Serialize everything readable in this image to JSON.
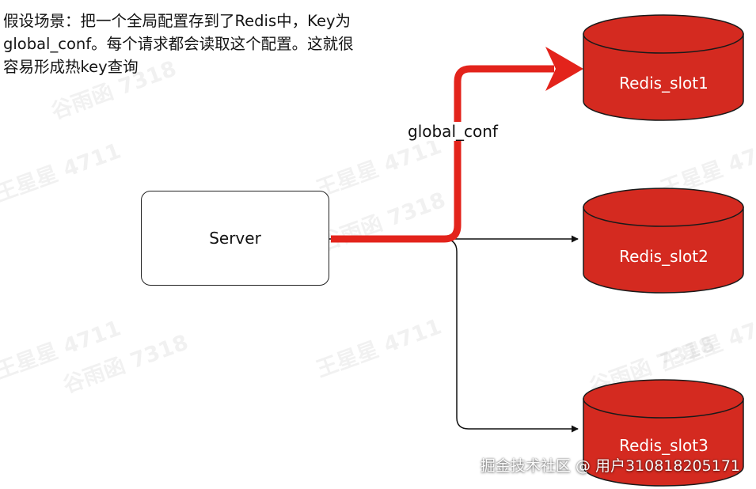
{
  "description_lines": [
    "假设场景：把一个全局配置存到了Redis中，Key为",
    "global_conf。每个请求都会读取这个配置。这就很",
    "容易形成热key查询"
  ],
  "server": {
    "label": "Server"
  },
  "edge_label": "global_conf",
  "slots": [
    {
      "label": "Redis_slot1",
      "hot": true
    },
    {
      "label": "Redis_slot2",
      "hot": false
    },
    {
      "label": "Redis_slot3",
      "hot": false
    }
  ],
  "colors": {
    "cylinder_fill": "#d42a20",
    "hot_path": "#e3231b",
    "connector": "#111111"
  },
  "watermarks": [
    "王星星 4711",
    "谷雨函 7318"
  ],
  "footer_watermark": "掘金技术社区 @ 用户310818205171"
}
